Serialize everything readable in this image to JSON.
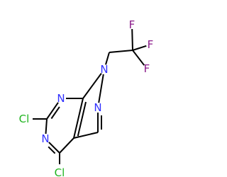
{
  "molecule": {
    "atoms": [
      {
        "id": "cl6",
        "label": "Cl",
        "color": "#1fb41f"
      },
      {
        "id": "c6",
        "label": "",
        "color": "#000000"
      },
      {
        "id": "n7",
        "label": "N",
        "color": "#3030ff"
      },
      {
        "id": "c7a",
        "label": "",
        "color": "#000000"
      },
      {
        "id": "n1",
        "label": "N",
        "color": "#3030ff"
      },
      {
        "id": "n2",
        "label": "N",
        "color": "#3030ff"
      },
      {
        "id": "c3",
        "label": "",
        "color": "#000000"
      },
      {
        "id": "c3a",
        "label": "",
        "color": "#000000"
      },
      {
        "id": "c4",
        "label": "",
        "color": "#000000"
      },
      {
        "id": "cl4",
        "label": "Cl",
        "color": "#1fb41f"
      },
      {
        "id": "n5",
        "label": "N",
        "color": "#3030ff"
      },
      {
        "id": "ch2",
        "label": "",
        "color": "#000000"
      },
      {
        "id": "cf3",
        "label": "",
        "color": "#000000"
      },
      {
        "id": "f1",
        "label": "F",
        "color": "#8a1a8a"
      },
      {
        "id": "f2",
        "label": "F",
        "color": "#8a1a8a"
      },
      {
        "id": "f3",
        "label": "F",
        "color": "#8a1a8a"
      }
    ],
    "bonds": [
      {
        "from": "c6",
        "to": "cl6",
        "order": 1
      },
      {
        "from": "c6",
        "to": "n7",
        "order": 2
      },
      {
        "from": "n7",
        "to": "c7a",
        "order": 1
      },
      {
        "from": "c7a",
        "to": "n1",
        "order": 1
      },
      {
        "from": "n1",
        "to": "n2",
        "order": 1
      },
      {
        "from": "n2",
        "to": "c3",
        "order": 2
      },
      {
        "from": "c3",
        "to": "c3a",
        "order": 1
      },
      {
        "from": "c3a",
        "to": "c7a",
        "order": 2
      },
      {
        "from": "c3a",
        "to": "c4",
        "order": 1
      },
      {
        "from": "c4",
        "to": "cl4",
        "order": 1
      },
      {
        "from": "c4",
        "to": "n5",
        "order": 2
      },
      {
        "from": "n5",
        "to": "c6",
        "order": 1
      },
      {
        "from": "n1",
        "to": "ch2",
        "order": 1
      },
      {
        "from": "ch2",
        "to": "cf3",
        "order": 1
      },
      {
        "from": "cf3",
        "to": "f1",
        "order": 1
      },
      {
        "from": "cf3",
        "to": "f2",
        "order": 1
      },
      {
        "from": "cf3",
        "to": "f3",
        "order": 1
      }
    ]
  }
}
